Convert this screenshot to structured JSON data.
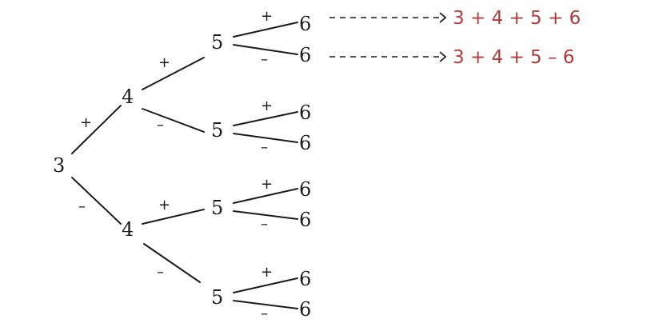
{
  "colors": {
    "ink": "#1c1c1c",
    "highlight": "#b33a3a"
  },
  "tree": {
    "root": "3",
    "level1": [
      {
        "sign": "+",
        "value": "4"
      },
      {
        "sign": "–",
        "value": "4"
      }
    ],
    "level2": [
      {
        "sign": "+",
        "value": "5"
      },
      {
        "sign": "–",
        "value": "5"
      },
      {
        "sign": "+",
        "value": "5"
      },
      {
        "sign": "–",
        "value": "5"
      }
    ],
    "level3": [
      {
        "sign": "+",
        "value": "6"
      },
      {
        "sign": "–",
        "value": "6"
      },
      {
        "sign": "+",
        "value": "6"
      },
      {
        "sign": "–",
        "value": "6"
      },
      {
        "sign": "+",
        "value": "6"
      },
      {
        "sign": "–",
        "value": "6"
      },
      {
        "sign": "+",
        "value": "6"
      },
      {
        "sign": "–",
        "value": "6"
      }
    ]
  },
  "expressions": [
    {
      "text": "3 + 4 + 5 + 6"
    },
    {
      "text": "3 + 4 + 5 – 6"
    }
  ]
}
